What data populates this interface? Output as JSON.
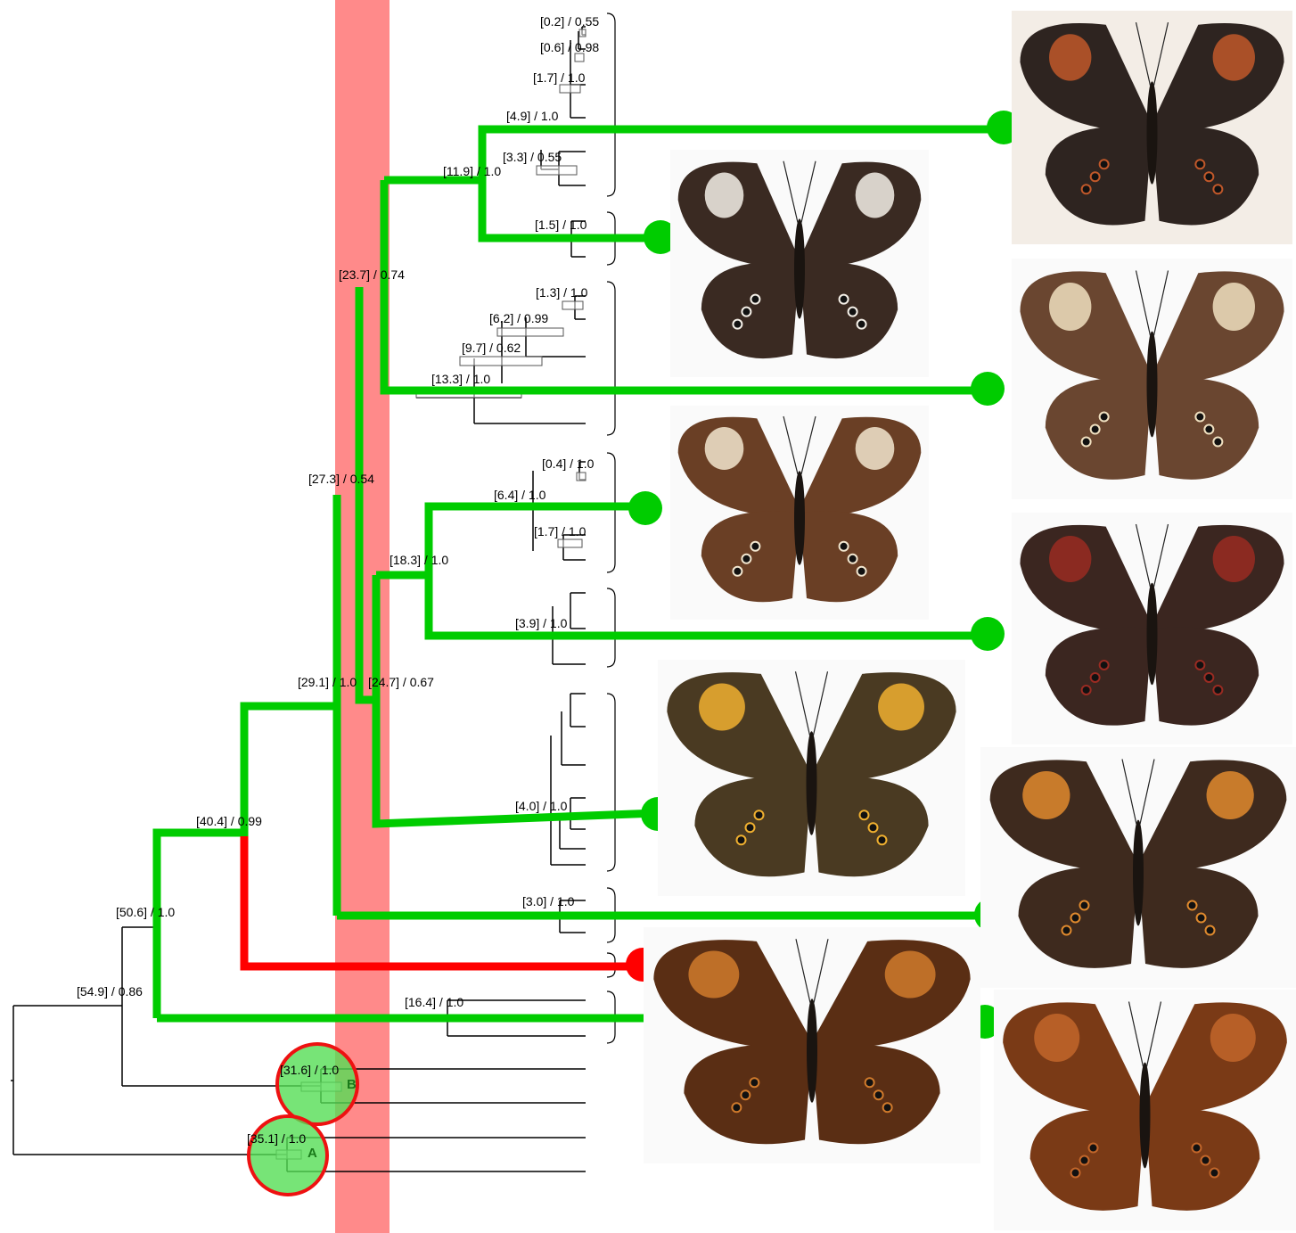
{
  "colors": {
    "background": "#ffffff",
    "time_band": "#ff8a8a",
    "green_lineage": "#00cc00",
    "red_lineage": "#ff0000",
    "node_circle_fill": "#66dd66",
    "node_circle_stroke": "#ee1111",
    "tree_line": "#000000"
  },
  "node_labels": [
    {
      "age": "[0.2]",
      "support": "0.55"
    },
    {
      "age": "[0.6]",
      "support": "0.98"
    },
    {
      "age": "[1.7]",
      "support": "1.0"
    },
    {
      "age": "[4.9]",
      "support": "1.0"
    },
    {
      "age": "[3.3]",
      "support": "0.55"
    },
    {
      "age": "[11.9]",
      "support": "1.0"
    },
    {
      "age": "[1.5]",
      "support": "1.0"
    },
    {
      "age": "[23.7]",
      "support": "0.74"
    },
    {
      "age": "[1.3]",
      "support": "1.0"
    },
    {
      "age": "[6.2]",
      "support": "0.99"
    },
    {
      "age": "[9.7]",
      "support": "0.62"
    },
    {
      "age": "[13.3]",
      "support": "1.0"
    },
    {
      "age": "[0.4]",
      "support": "1.0"
    },
    {
      "age": "[27.3]",
      "support": "0.54"
    },
    {
      "age": "[6.4]",
      "support": "1.0"
    },
    {
      "age": "[1.7]",
      "support": "1.0"
    },
    {
      "age": "[18.3]",
      "support": "1.0"
    },
    {
      "age": "[3.9]",
      "support": "1.0"
    },
    {
      "age": "[29.1]",
      "support": "1.0"
    },
    {
      "age": "[24.7]",
      "support": "0.67"
    },
    {
      "age": "[4.0]",
      "support": "1.0"
    },
    {
      "age": "[40.4]",
      "support": "0.99"
    },
    {
      "age": "[3.0]",
      "support": "1.0"
    },
    {
      "age": "[50.6]",
      "support": "1.0"
    },
    {
      "age": "[54.9]",
      "support": "0.86"
    },
    {
      "age": "[16.4]",
      "support": "1.0"
    },
    {
      "age": "[31.6]",
      "support": "1.0"
    },
    {
      "age": "[35.1]",
      "support": "1.0"
    }
  ],
  "marked_nodes": [
    "B",
    "A"
  ],
  "butterfly_images": [
    {
      "name": "butterfly-1",
      "palette": [
        "#2e2420",
        "#c0582a",
        "#f3ede6"
      ]
    },
    {
      "name": "butterfly-2",
      "palette": [
        "#3a2a22",
        "#f5f0e8",
        "#fafafa"
      ]
    },
    {
      "name": "butterfly-3",
      "palette": [
        "#6a4630",
        "#f0e0c0",
        "#fafafa"
      ]
    },
    {
      "name": "butterfly-4",
      "palette": [
        "#6a3f25",
        "#f2e6cf",
        "#fafafa"
      ]
    },
    {
      "name": "butterfly-5",
      "palette": [
        "#3b2620",
        "#9a2b22",
        "#fafafa"
      ]
    },
    {
      "name": "butterfly-6",
      "palette": [
        "#4a3a22",
        "#f0b030",
        "#fafafa"
      ]
    },
    {
      "name": "butterfly-7",
      "palette": [
        "#3e2a1e",
        "#e08a2e",
        "#fafafa"
      ]
    },
    {
      "name": "butterfly-8",
      "palette": [
        "#5a2e14",
        "#d07a2c",
        "#fafafa"
      ]
    },
    {
      "name": "butterfly-9",
      "palette": [
        "#7a3a16",
        "#c2662a",
        "#fafafa"
      ]
    }
  ]
}
